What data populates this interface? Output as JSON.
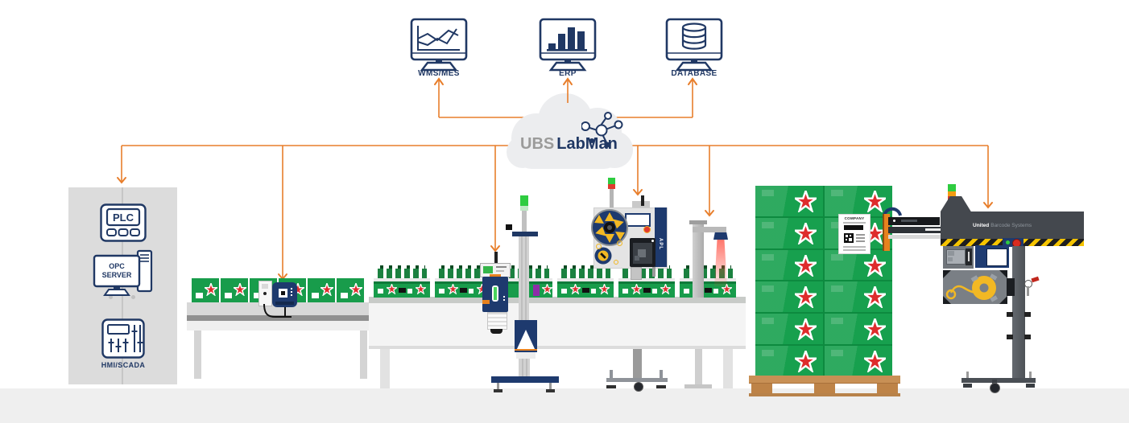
{
  "colors": {
    "accent_orange": "#E87E2B",
    "brand_navy": "#203864",
    "brand_gray": "#9B9B9A",
    "box_green": "#189C4B",
    "star_red": "#DE2C2C",
    "cloud_gray": "#ECEDEF",
    "cabinet_gray": "#DCDCDC",
    "hazard_yellow": "#F5C400",
    "reel_yellow": "#F2B824",
    "pallet_wood": "#C89055",
    "floor_gray": "#EFEFEF",
    "scanner_beam_red": "#FF3C2D"
  },
  "it_systems": [
    {
      "label": "WMS/MES",
      "icon": "line-chart-monitor-icon"
    },
    {
      "label": "ERP",
      "icon": "bar-chart-monitor-icon"
    },
    {
      "label": "DATABASE",
      "icon": "database-monitor-icon"
    }
  ],
  "cloud": {
    "brand_prefix": "UBS",
    "brand_suffix": "LabMan",
    "icon": "network-molecule-icon"
  },
  "control_cabinet": {
    "plc_label": "PLC",
    "opc_server_line1": "OPC",
    "opc_server_line2": "SERVER",
    "hmi_scada_label": "HMI/SCADA"
  },
  "label_applicator_printer": {
    "side_label": "APL"
  },
  "pallet_labeler": {
    "brand_bold": "United",
    "brand_rest": "Barcode Systems"
  },
  "pallet_label": {
    "header": "COMPANY"
  }
}
